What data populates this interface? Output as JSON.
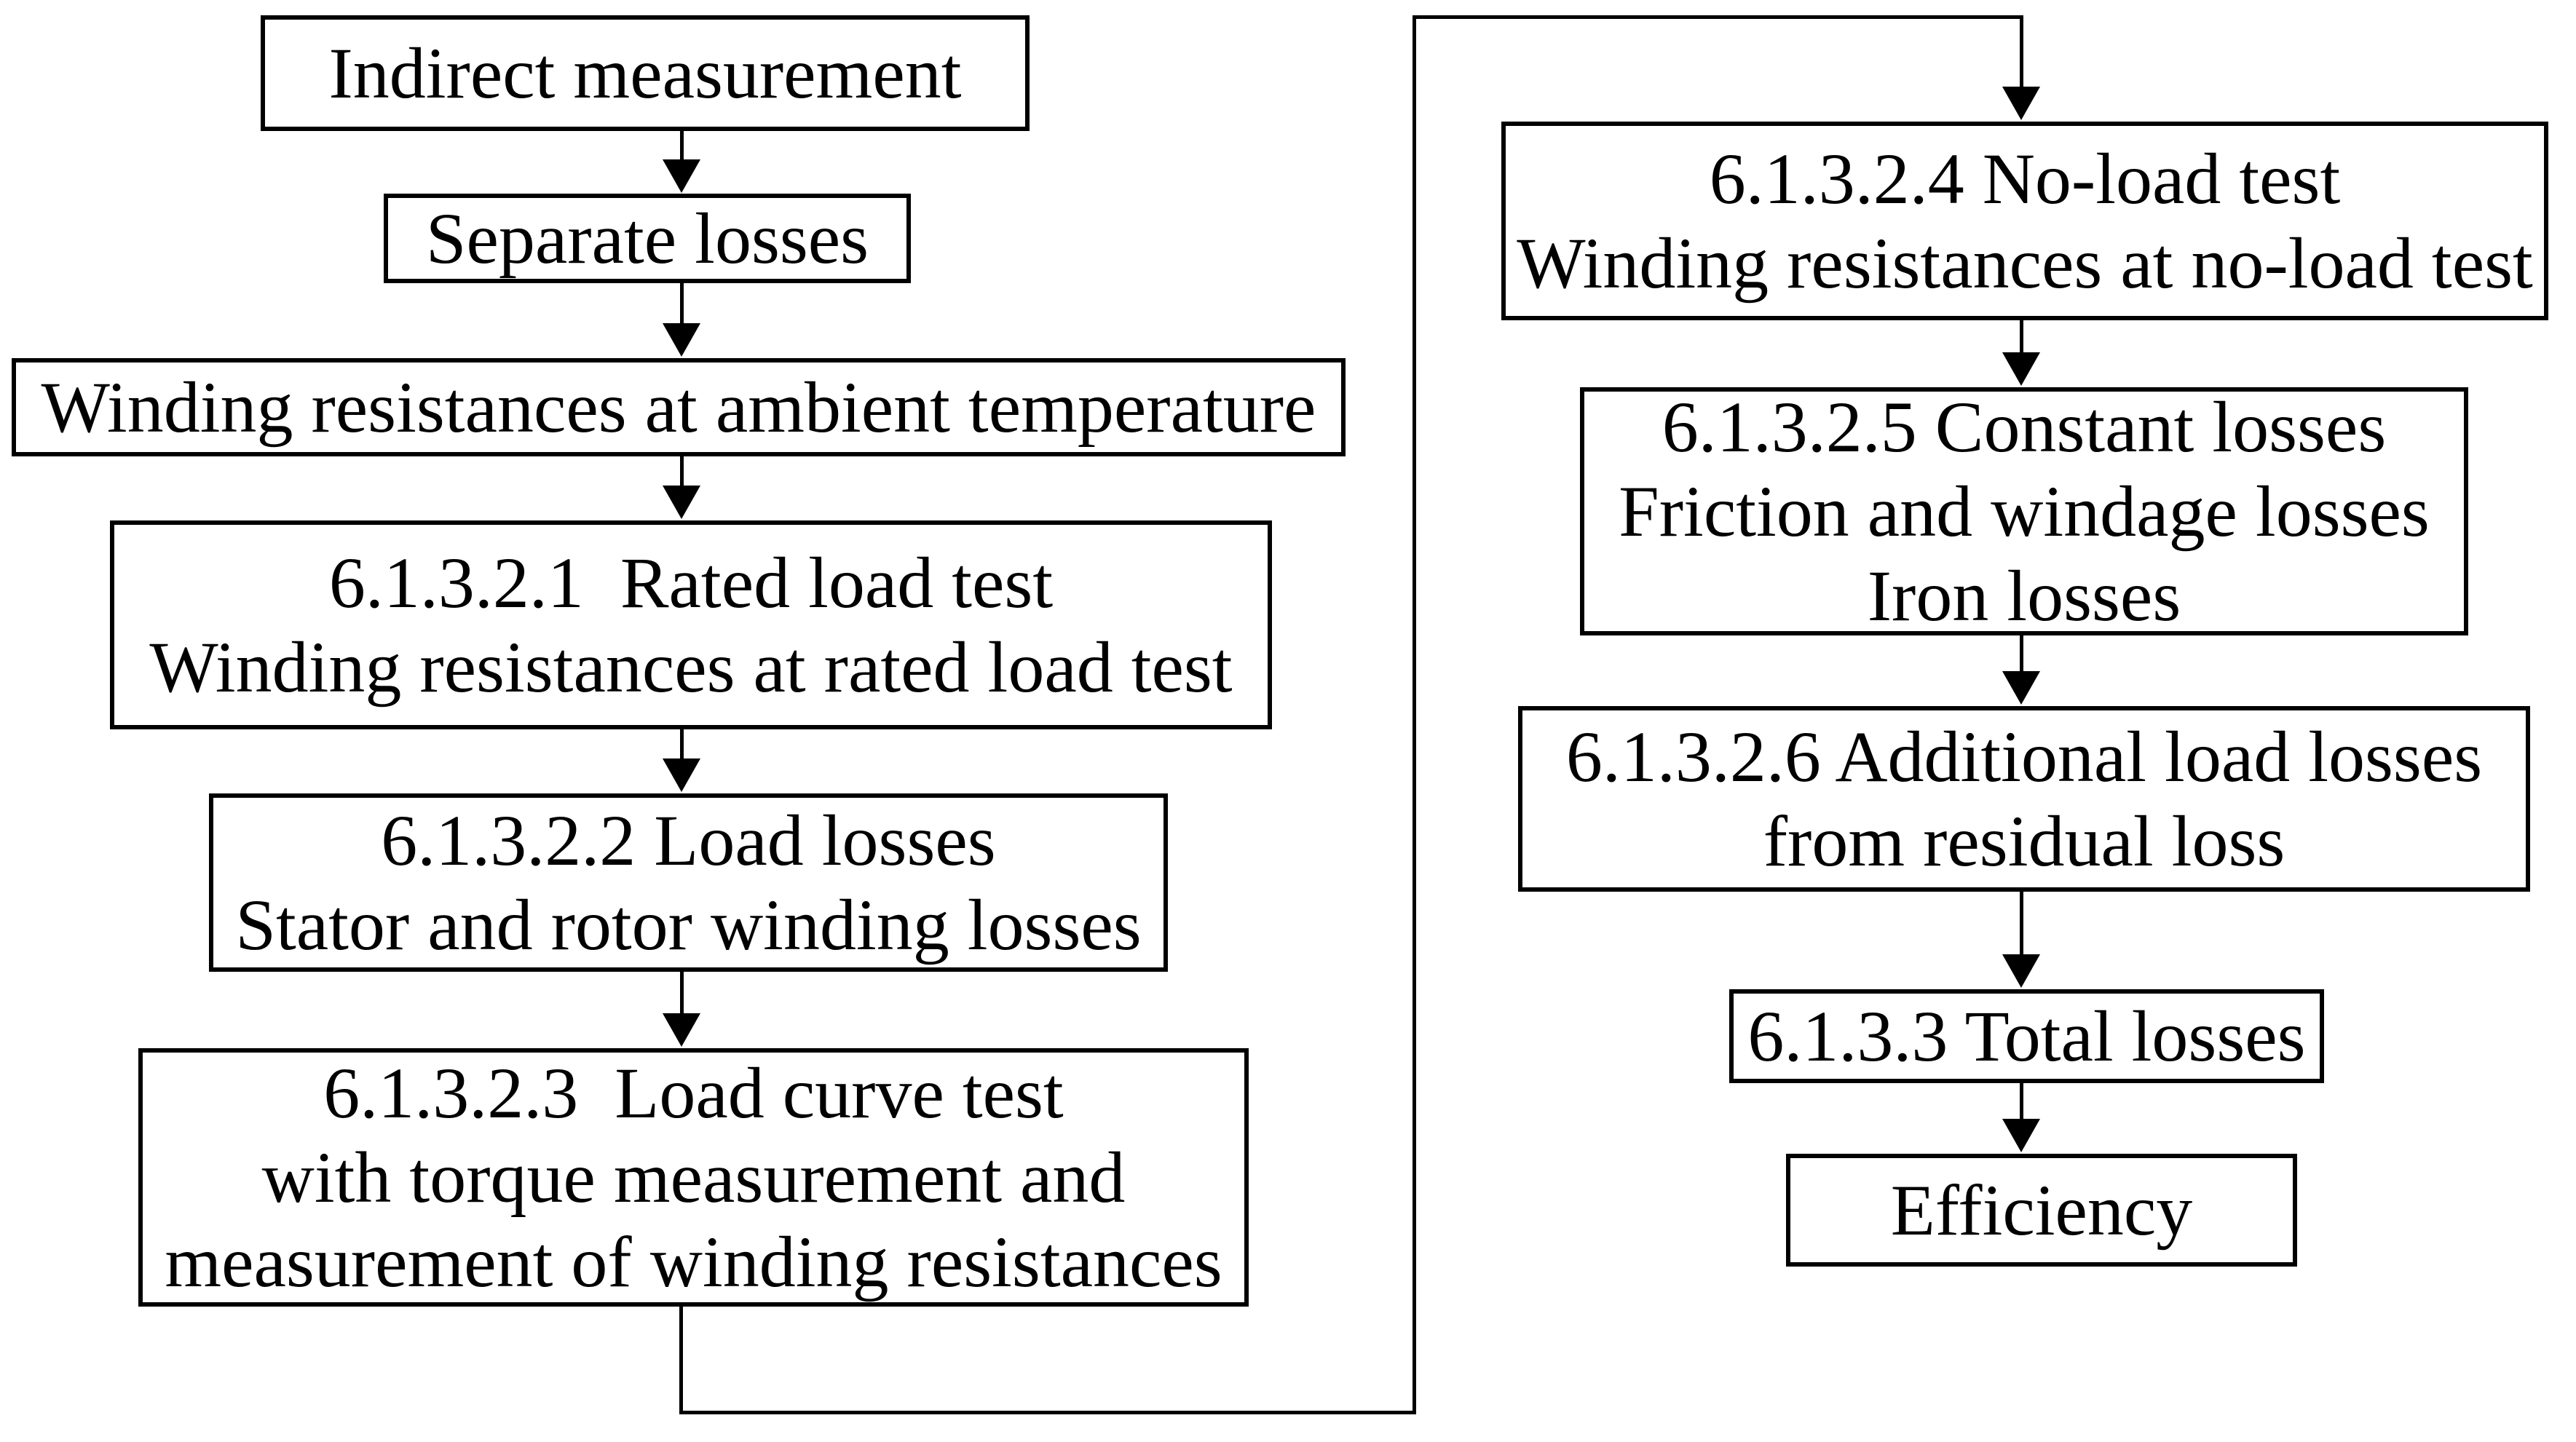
{
  "colors": {
    "ink": "#000000",
    "background": "#ffffff"
  },
  "icons": {
    "down-arrow": "▼"
  },
  "boxes": [
    {
      "id": "indirect-measurement",
      "label": "Indirect measurement"
    },
    {
      "id": "separate-losses",
      "label": "Separate losses"
    },
    {
      "id": "winding-resistances-ambient",
      "label": "Winding resistances at ambient temperature"
    },
    {
      "id": "rated-load-test",
      "label": "6.1.3.2.1  Rated load test\nWinding resistances at rated load test"
    },
    {
      "id": "load-losses",
      "label": "6.1.3.2.2 Load losses\nStator and rotor winding losses"
    },
    {
      "id": "load-curve-test",
      "label": "6.1.3.2.3  Load curve test\nwith torque measurement and\nmeasurement of winding resistances"
    },
    {
      "id": "no-load-test",
      "label": "6.1.3.2.4 No-load test\nWinding resistances at no-load test"
    },
    {
      "id": "constant-losses",
      "label": "6.1.3.2.5 Constant losses\nFriction and windage losses\nIron losses"
    },
    {
      "id": "additional-load-losses",
      "label": "6.1.3.2.6 Additional load losses\nfrom residual loss"
    },
    {
      "id": "total-losses",
      "label": "6.1.3.3 Total losses"
    },
    {
      "id": "efficiency",
      "label": "Efficiency"
    }
  ]
}
